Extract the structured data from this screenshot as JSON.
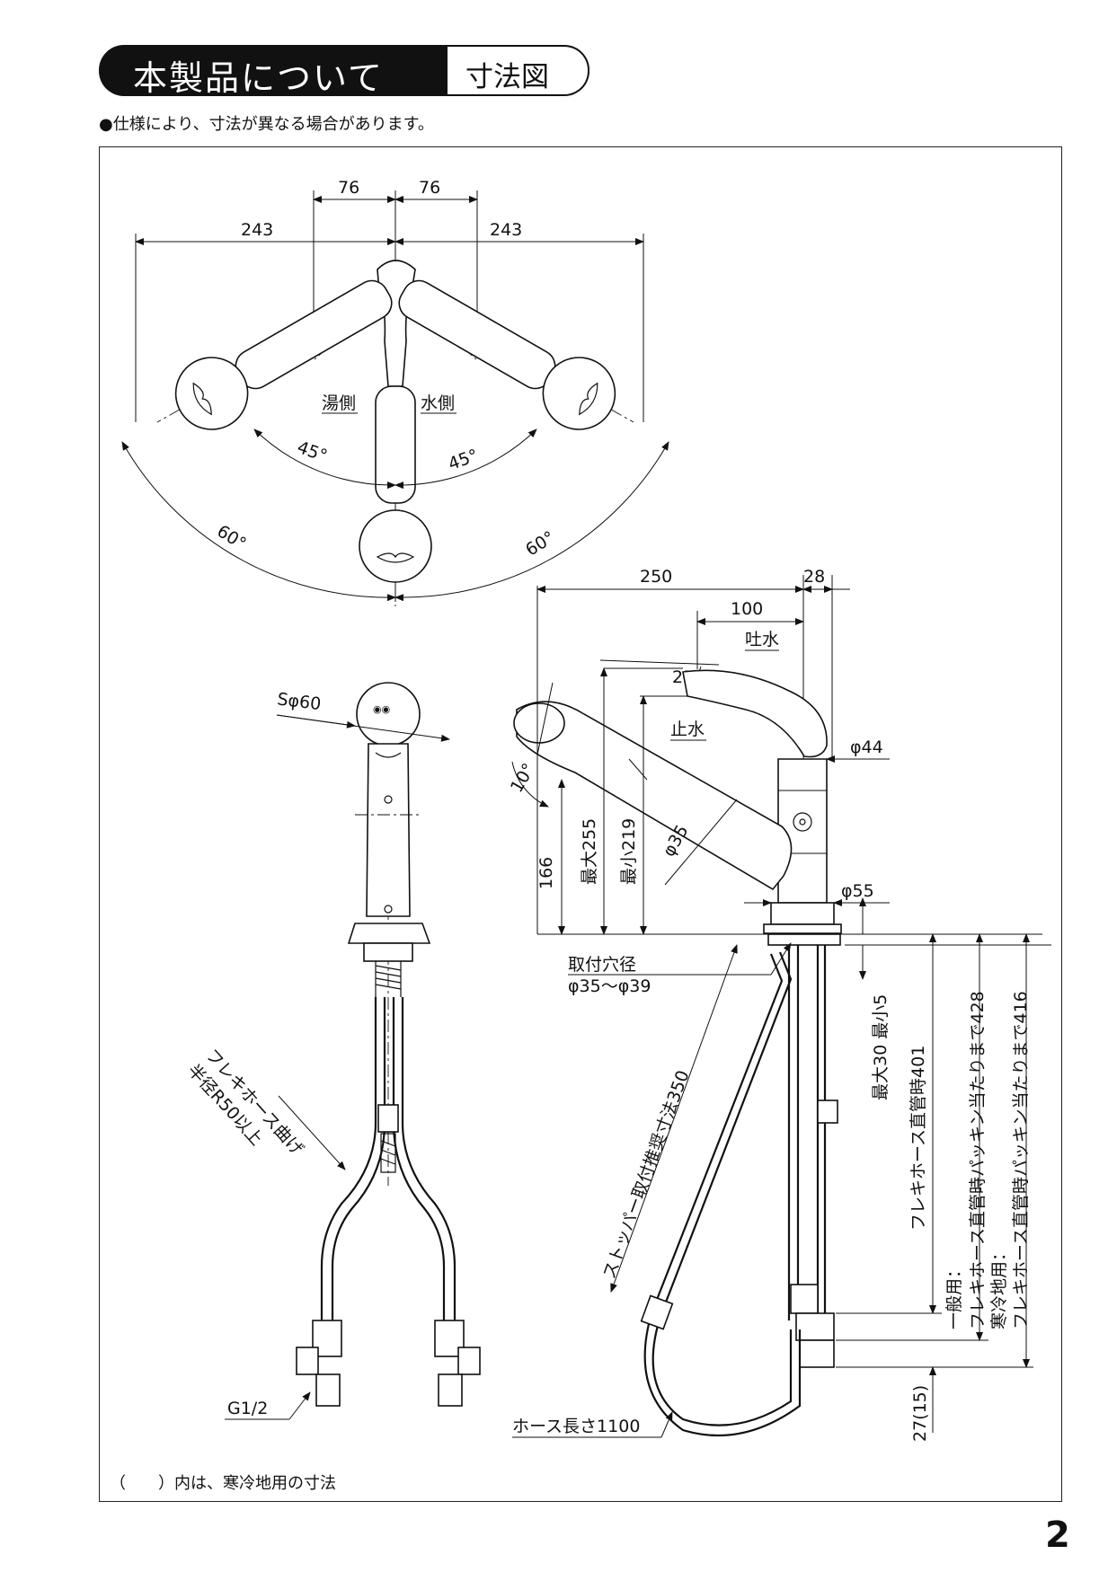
{
  "header": {
    "title": "本製品について",
    "subtitle": "寸法図"
  },
  "note": "●仕様により、寸法が異なる場合があります。",
  "footnote": "（　　）内は、寒冷地用の寸法",
  "page_number": "2",
  "top_view": {
    "dim_76_left": "76",
    "dim_76_right": "76",
    "dim_243_left": "243",
    "dim_243_right": "243",
    "hot_side": "湯側",
    "cold_side": "水側",
    "angle_45_left": "45°",
    "angle_45_right": "45°",
    "angle_60_left": "60°",
    "angle_60_right": "60°"
  },
  "front_view": {
    "sphere": "Sφ60",
    "hose_bend_line1": "フレキホース曲げ",
    "hose_bend_line2": "半径R50以上",
    "thread": "G1/2"
  },
  "side_view": {
    "dim_250": "250",
    "dim_28": "28",
    "dim_100": "100",
    "spout_label": "吐水",
    "angle_25": "25°",
    "stop_label": "止水",
    "angle_10": "10°",
    "dia_44": "φ44",
    "dia_35": "φ35",
    "dia_55": "φ55",
    "h_166": "166",
    "h_max255": "最大255",
    "h_min219": "最小219",
    "mount_hole_label": "取付穴径",
    "mount_hole_value": "φ35～φ39",
    "stopper_label": "ストッパー取付推奨寸法350",
    "thickness": "最大30 最小5",
    "hose_straight": "フレキホース直管時401",
    "general_use": "一般用：",
    "general_packing": "フレキホース直管時パッキン当たりまで428",
    "cold_region_use": "寒冷地用：",
    "cold_packing": "フレキホース直管時パッキン当たりまで416",
    "hose_length": "ホース長さ1100",
    "dim_27": "27(15)"
  }
}
